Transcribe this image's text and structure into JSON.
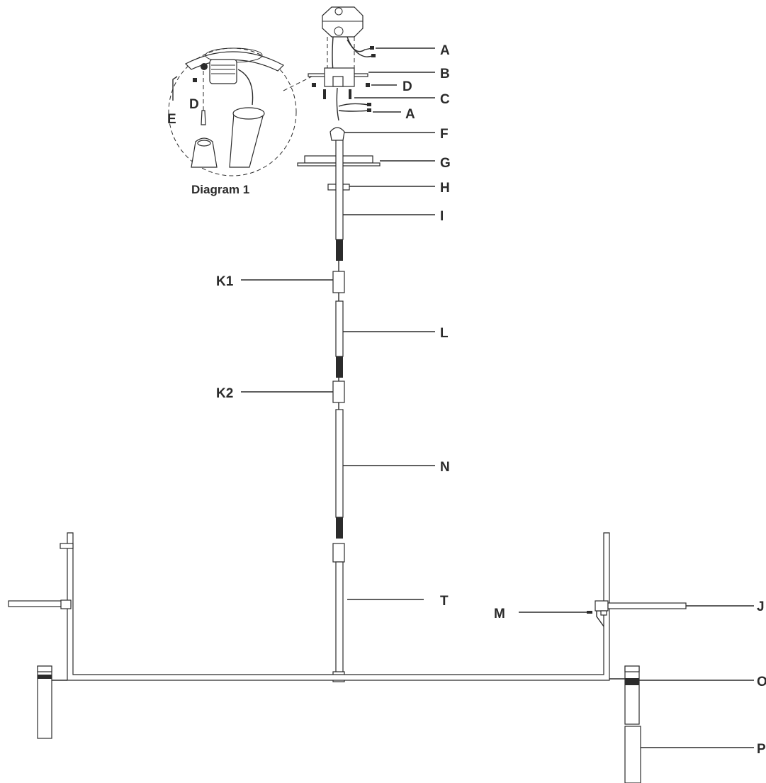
{
  "diagram": {
    "inset_caption": "Diagram 1",
    "inset_labels": {
      "e": "E",
      "d": "D"
    },
    "labels": {
      "a_top": "A",
      "b": "B",
      "d": "D",
      "c": "C",
      "a_bottom": "A",
      "f": "F",
      "g": "G",
      "h": "H",
      "i": "I",
      "k1": "K1",
      "l": "L",
      "k2": "K2",
      "n": "N",
      "t": "T",
      "j": "J",
      "m": "M",
      "o": "O",
      "p": "P"
    }
  }
}
